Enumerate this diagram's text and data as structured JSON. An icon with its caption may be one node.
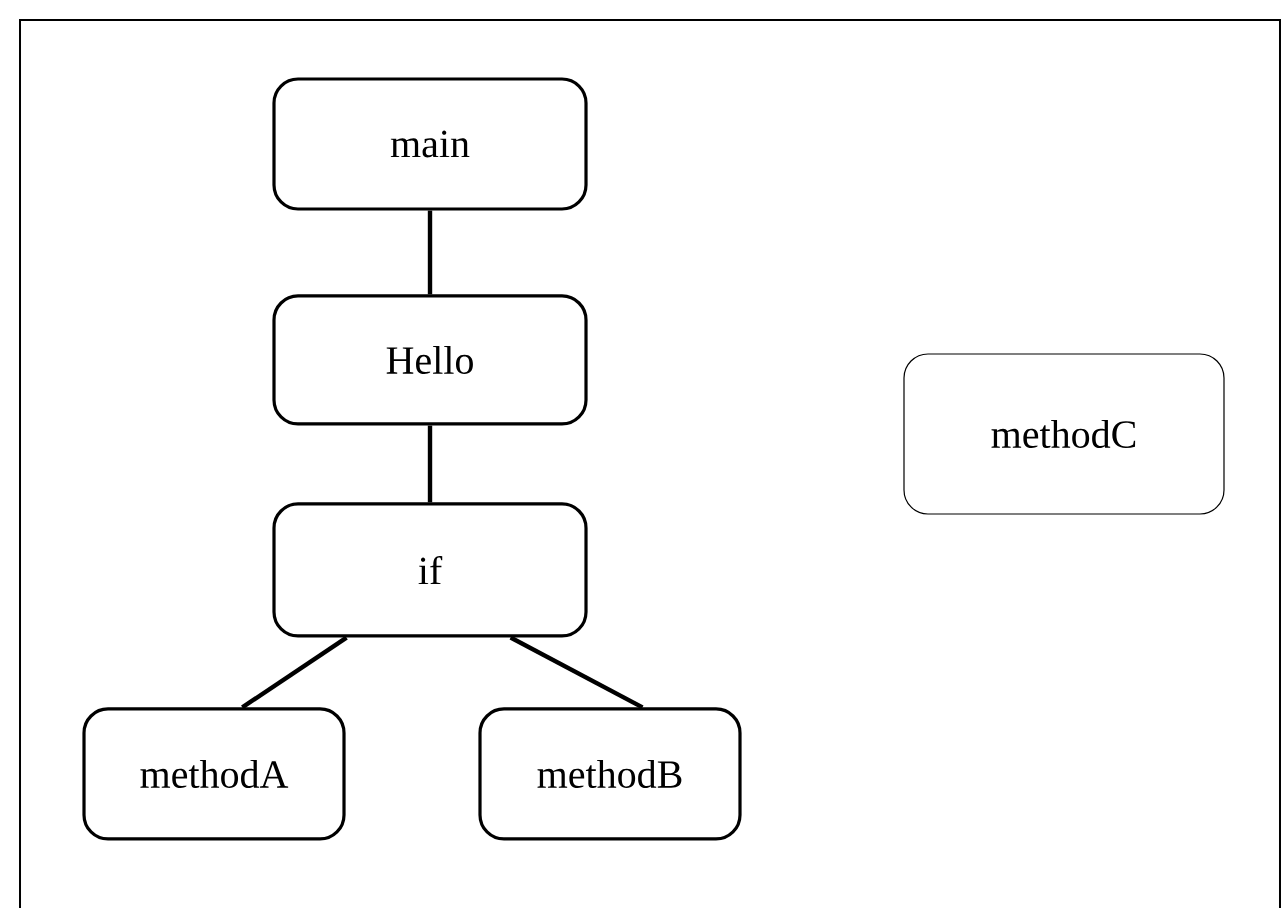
{
  "diagram": {
    "nodes": [
      {
        "text": [
          "main"
        ]
      },
      {
        "text": [
          "Hello"
        ]
      },
      {
        "text": [
          "if"
        ]
      },
      {
        "text": [
          "methodA"
        ]
      },
      {
        "text": [
          "methodB"
        ]
      },
      {
        "text": [
          "methodC"
        ]
      }
    ],
    "edges": [
      {
        "from": 0,
        "to": 1,
        "arrow": "none"
      },
      {
        "from": 1,
        "to": 2,
        "arrow": "none"
      },
      {
        "from": 2,
        "to": 3,
        "arrow": "none"
      },
      {
        "from": 2,
        "to": 4,
        "arrow": "none"
      }
    ]
  }
}
